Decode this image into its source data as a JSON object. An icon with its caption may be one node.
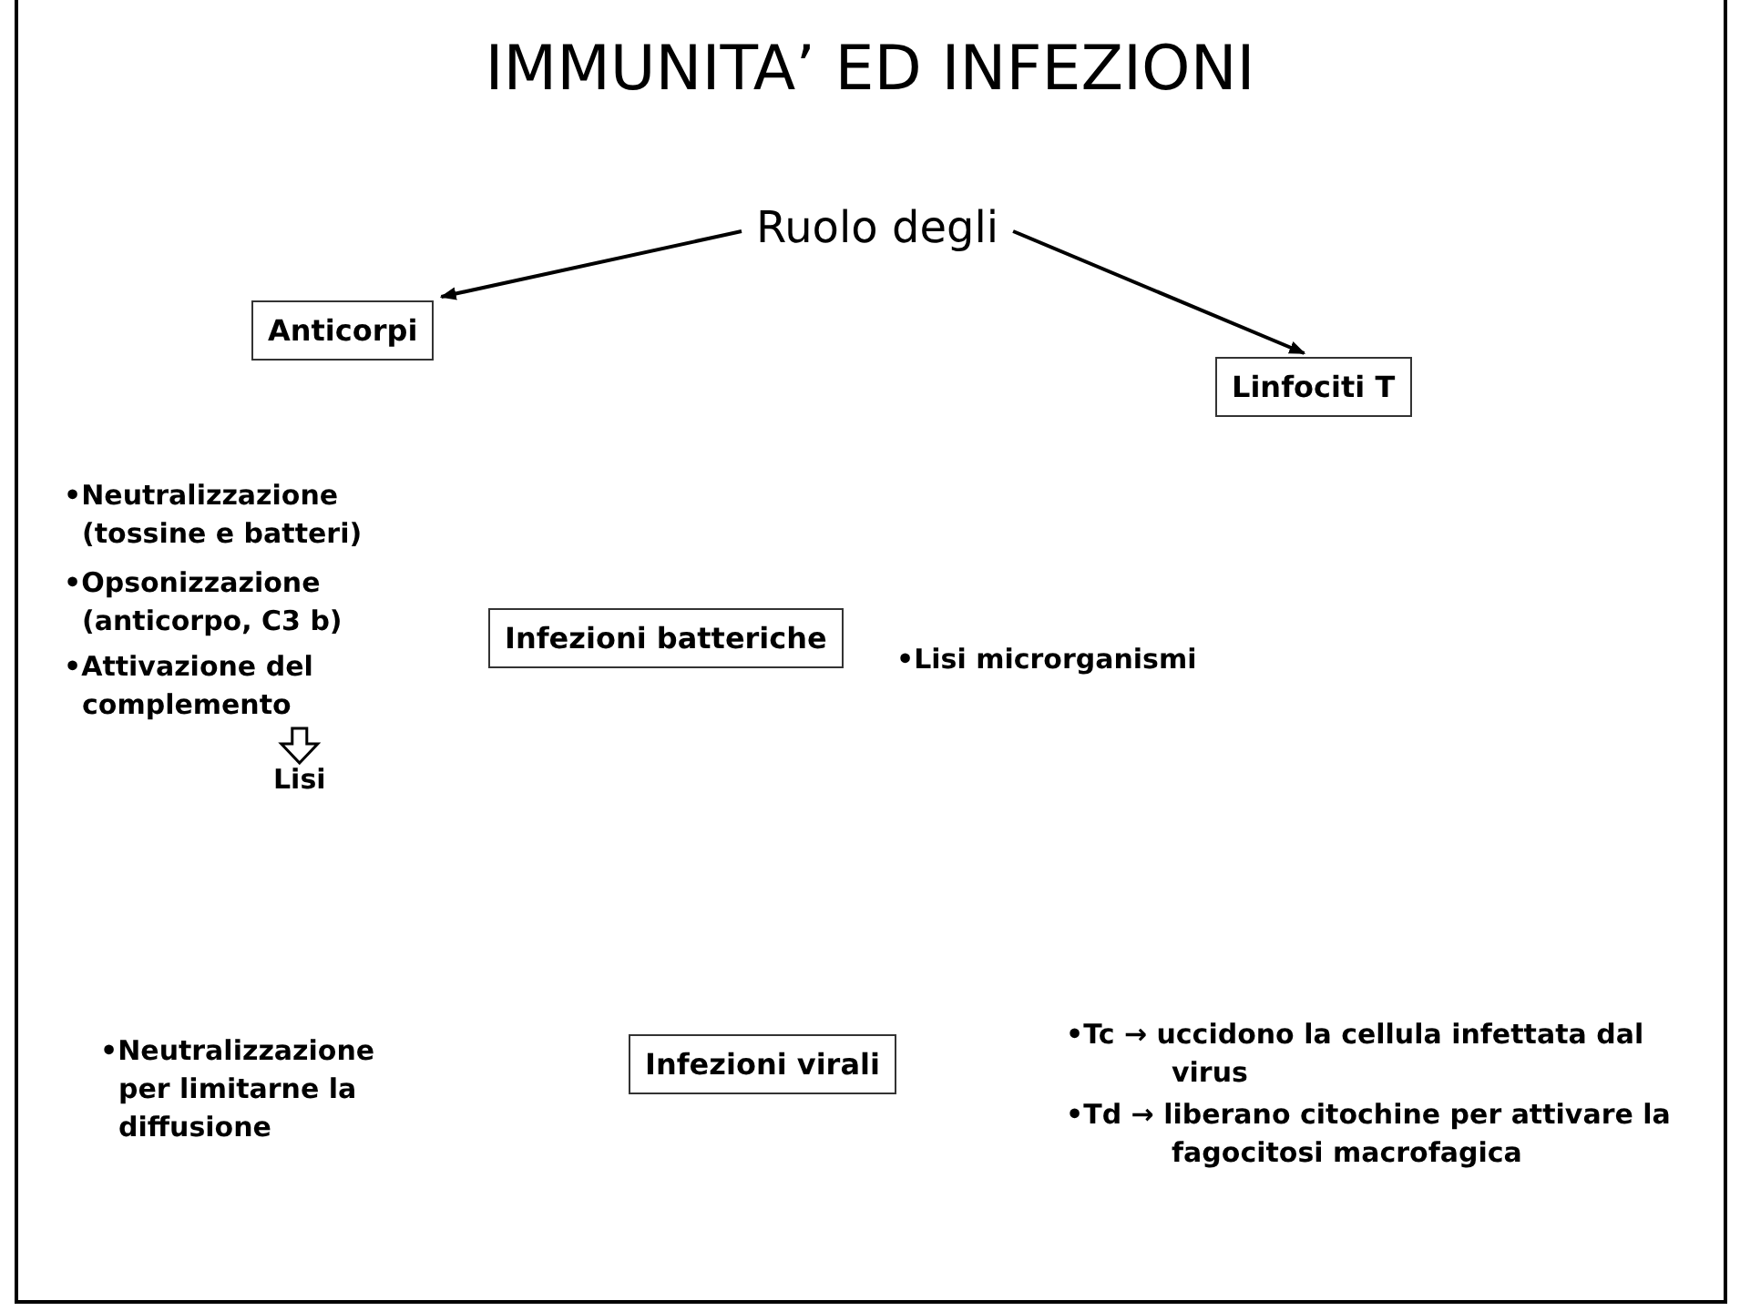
{
  "diagram": {
    "title": "IMMUNITA’ ED INFEZIONI",
    "nodes": [
      {
        "text": [
          "Ruolo degli"
        ]
      },
      {
        "text": [
          "Anticorpi"
        ]
      },
      {
        "text": [
          "Linfociti T"
        ]
      },
      {
        "text": [
          "•Attivazione del complemento"
        ]
      },
      {
        "text": [
          "Infezioni batteriche"
        ]
      },
      {
        "text": [
          "Lisi"
        ]
      },
      {
        "text": [
          "Infezioni virali"
        ]
      }
    ],
    "edges": [
      {
        "from": 0,
        "to": 1,
        "arrow": "to"
      },
      {
        "from": 0,
        "to": 2,
        "arrow": "to"
      },
      {
        "from": 3,
        "to": 5,
        "arrow": "to",
        "style": "thick"
      }
    ],
    "labels": [
      "•Neutralizzazione (tossine e batteri)",
      "•Opsonizzazione (anticorpo, C3 b)",
      "•Lisi microrganismi",
      "•Neutralizzazione per limitarne la diffusione",
      "•Tc → uccidono la cellula infettata dal virus",
      "•Td → liberano citochine per attivare la fagocitosi macrofagica"
    ]
  }
}
